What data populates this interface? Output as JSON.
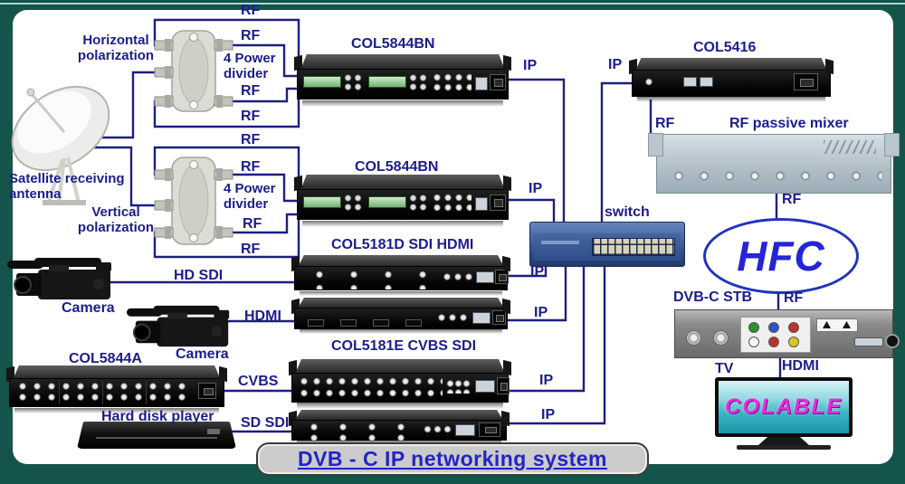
{
  "title": "DVB - C IP networking system",
  "labels": {
    "rf": "RF",
    "ip": "IP",
    "switch": "switch",
    "hfc": "HFC",
    "horizontal_polarization": "Horizontal polarization",
    "vertical_polarization": "Vertical polarization",
    "satellite_antenna": "Satellite receiving antenna",
    "power_divider": "4 Power divider",
    "camera": "Camera",
    "hard_disk_player": "Hard disk player",
    "hd_sdi": "HD SDI",
    "hdmi": "HDMI",
    "cvbs": "CVBS",
    "sd_sdi": "SD SDI",
    "tv": "TV",
    "tv_brand": "COLABLE",
    "dvbc_stb": "DVB-C STB",
    "rf_passive_mixer": "RF passive mixer",
    "col5844bn": "COL5844BN",
    "col5181d": "COL5181D SDI HDMI",
    "col5181e": "COL5181E CVBS SDI",
    "col5844a": "COL5844A",
    "col5416": "COL5416"
  },
  "colors": {
    "frame_teal": "#15544a",
    "wire_navy": "#1e1e82",
    "label_navy": "#1c1c8c",
    "title_blue": "#2323cb",
    "hfc_blue": "#2424d8",
    "switch_blue": "#2e4c88",
    "mixer_gray": "#b2c0c8",
    "tv_brand_magenta": "#e92ce0"
  }
}
